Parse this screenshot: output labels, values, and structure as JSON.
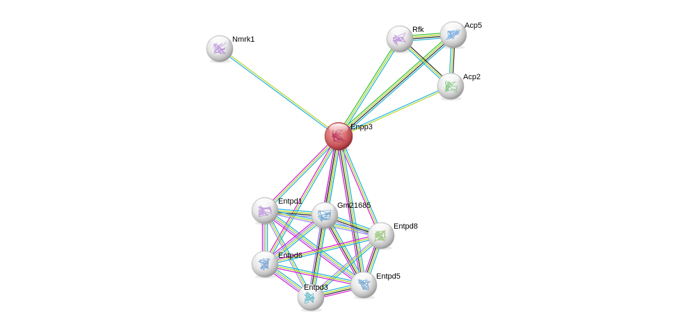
{
  "title": "Protein interaction network",
  "edge_colors": {
    "textmining": "#b4d531",
    "coexpression": "#333333",
    "database": "#27b4d8",
    "experiments": "#d623d6",
    "neighborhood": "#3ec13e",
    "homology": "#9a8cf0"
  },
  "nodes": [
    {
      "id": "Nmrk1",
      "label": "Nmrk1",
      "type": "neighbor",
      "structure_hue": "#b58ad8"
    },
    {
      "id": "Rfk",
      "label": "Rfk",
      "type": "neighbor",
      "structure_hue": "#b58ad8"
    },
    {
      "id": "Acp5",
      "label": "Acp5",
      "type": "neighbor",
      "structure_hue": "#6aa6e0"
    },
    {
      "id": "Acp2",
      "label": "Acp2",
      "type": "neighbor",
      "structure_hue": "#7cc47c"
    },
    {
      "id": "Enpp3",
      "label": "Enpp3",
      "type": "query",
      "structure_hue": "#b0305a"
    },
    {
      "id": "Entpd1",
      "label": "Entpd1",
      "type": "neighbor",
      "structure_hue": "#b58ad8"
    },
    {
      "id": "Gm21685",
      "label": "Gm21685",
      "type": "neighbor",
      "structure_hue": "#5f9fd0"
    },
    {
      "id": "Entpd8",
      "label": "Entpd8",
      "type": "neighbor",
      "structure_hue": "#8cc06a"
    },
    {
      "id": "Entpd6",
      "label": "Entpd6",
      "type": "neighbor",
      "structure_hue": "#6a9ad0"
    },
    {
      "id": "Entpd3",
      "label": "Entpd3",
      "type": "neighbor",
      "structure_hue": "#58b4c8"
    },
    {
      "id": "Entpd5",
      "label": "Entpd5",
      "type": "neighbor",
      "structure_hue": "#6aa0d0"
    }
  ],
  "edges": [
    {
      "source": "Enpp3",
      "target": "Nmrk1",
      "evidence": [
        "database",
        "textmining"
      ]
    },
    {
      "source": "Enpp3",
      "target": "Rfk",
      "evidence": [
        "neighborhood",
        "textmining",
        "database"
      ]
    },
    {
      "source": "Enpp3",
      "target": "Acp5",
      "evidence": [
        "neighborhood",
        "textmining",
        "coexpression",
        "database"
      ]
    },
    {
      "source": "Enpp3",
      "target": "Acp2",
      "evidence": [
        "database",
        "textmining"
      ]
    },
    {
      "source": "Rfk",
      "target": "Acp5",
      "evidence": [
        "neighborhood",
        "textmining",
        "coexpression",
        "database"
      ]
    },
    {
      "source": "Rfk",
      "target": "Acp2",
      "evidence": [
        "coexpression",
        "textmining",
        "database"
      ]
    },
    {
      "source": "Acp5",
      "target": "Acp2",
      "evidence": [
        "coexpression",
        "textmining",
        "database"
      ]
    },
    {
      "source": "Enpp3",
      "target": "Entpd1",
      "evidence": [
        "database",
        "textmining",
        "experiments"
      ]
    },
    {
      "source": "Enpp3",
      "target": "Gm21685",
      "evidence": [
        "database",
        "textmining",
        "coexpression",
        "experiments"
      ]
    },
    {
      "source": "Enpp3",
      "target": "Entpd8",
      "evidence": [
        "database",
        "textmining",
        "experiments"
      ]
    },
    {
      "source": "Enpp3",
      "target": "Entpd6",
      "evidence": [
        "database",
        "textmining",
        "experiments"
      ]
    },
    {
      "source": "Enpp3",
      "target": "Entpd3",
      "evidence": [
        "database",
        "textmining",
        "coexpression",
        "experiments"
      ]
    },
    {
      "source": "Enpp3",
      "target": "Entpd5",
      "evidence": [
        "database",
        "textmining",
        "coexpression",
        "experiments"
      ]
    },
    {
      "source": "Entpd1",
      "target": "Gm21685",
      "evidence": [
        "database",
        "textmining",
        "coexpression",
        "homology"
      ]
    },
    {
      "source": "Entpd1",
      "target": "Entpd8",
      "evidence": [
        "database",
        "textmining",
        "homology"
      ]
    },
    {
      "source": "Entpd1",
      "target": "Entpd6",
      "evidence": [
        "database",
        "textmining",
        "homology",
        "experiments"
      ]
    },
    {
      "source": "Entpd1",
      "target": "Entpd3",
      "evidence": [
        "database",
        "textmining",
        "homology"
      ]
    },
    {
      "source": "Entpd1",
      "target": "Entpd5",
      "evidence": [
        "database",
        "textmining",
        "homology",
        "experiments"
      ]
    },
    {
      "source": "Gm21685",
      "target": "Entpd8",
      "evidence": [
        "database",
        "textmining",
        "coexpression",
        "homology"
      ]
    },
    {
      "source": "Gm21685",
      "target": "Entpd6",
      "evidence": [
        "database",
        "textmining",
        "homology",
        "experiments"
      ]
    },
    {
      "source": "Gm21685",
      "target": "Entpd3",
      "evidence": [
        "database",
        "textmining",
        "coexpression",
        "homology"
      ]
    },
    {
      "source": "Gm21685",
      "target": "Entpd5",
      "evidence": [
        "database",
        "textmining",
        "coexpression",
        "experiments"
      ]
    },
    {
      "source": "Entpd8",
      "target": "Entpd6",
      "evidence": [
        "database",
        "textmining",
        "experiments"
      ]
    },
    {
      "source": "Entpd8",
      "target": "Entpd3",
      "evidence": [
        "database",
        "textmining",
        "homology"
      ]
    },
    {
      "source": "Entpd8",
      "target": "Entpd5",
      "evidence": [
        "database",
        "textmining",
        "coexpression",
        "experiments"
      ]
    },
    {
      "source": "Entpd6",
      "target": "Entpd3",
      "evidence": [
        "database",
        "textmining",
        "homology",
        "experiments"
      ]
    },
    {
      "source": "Entpd6",
      "target": "Entpd5",
      "evidence": [
        "database",
        "textmining",
        "experiments"
      ]
    },
    {
      "source": "Entpd3",
      "target": "Entpd5",
      "evidence": [
        "database",
        "textmining",
        "coexpression",
        "experiments"
      ]
    }
  ]
}
